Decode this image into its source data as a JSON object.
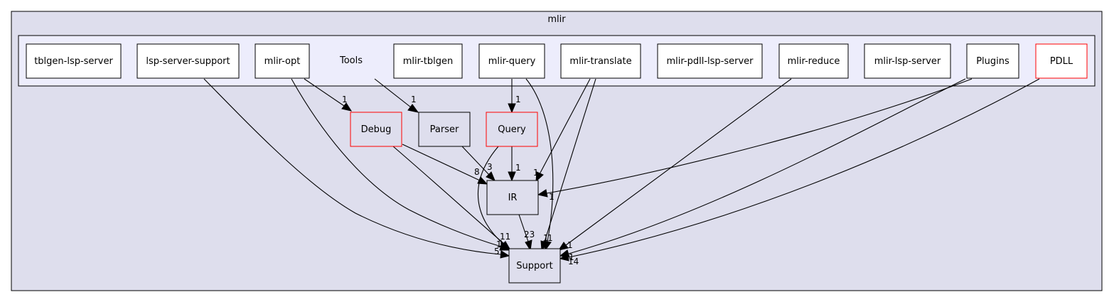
{
  "graph": {
    "outer_label": "mlir",
    "tools_label": "Tools",
    "nodes": {
      "tblgen_lsp_server": "tblgen-lsp-server",
      "lsp_server_support": "lsp-server-support",
      "mlir_opt": "mlir-opt",
      "mlir_tblgen": "mlir-tblgen",
      "mlir_query": "mlir-query",
      "mlir_translate": "mlir-translate",
      "mlir_pdll_lsp_server": "mlir-pdll-lsp-server",
      "mlir_reduce": "mlir-reduce",
      "mlir_lsp_server": "mlir-lsp-server",
      "plugins": "Plugins",
      "pdll": "PDLL",
      "debug": "Debug",
      "parser": "Parser",
      "query": "Query",
      "ir": "IR",
      "support": "Support"
    },
    "edge_labels": {
      "opt_debug": "1",
      "tools_parser": "1",
      "mlirquery_query": "1",
      "debug_ir": "8",
      "parser_ir": "3",
      "query_ir": "1",
      "translate_ir": "1",
      "plugins_ir": "1",
      "ir_support": "23",
      "debug_support": "11",
      "opt_support": "1",
      "lsp_support": "5",
      "query_support": "1",
      "mlirquery_support": "1",
      "translate_support": "1",
      "reduce_support": "1",
      "plugins_support": "1",
      "pdll_support": "14"
    },
    "colors": {
      "outer_fill": "#dedeed",
      "tools_fill": "#ededfc",
      "node_border": "#000000",
      "highlight_border": "#ff0000"
    }
  }
}
